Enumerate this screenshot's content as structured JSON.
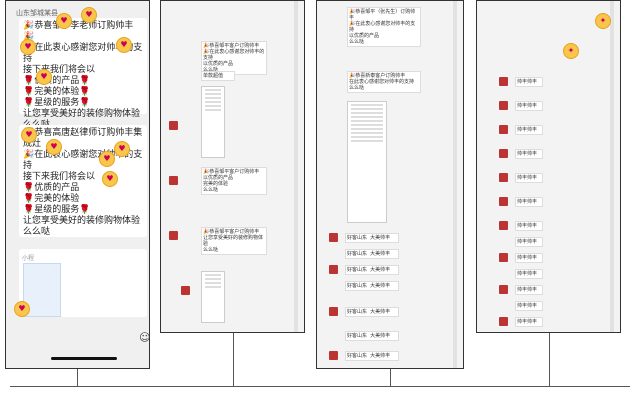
{
  "panel1": {
    "header": "山东邹城某县",
    "message1": "🎉恭喜邹平李老师订购帅丰🎉\n🎉在此衷心感谢您对帅丰的支持\n接下来我们将会以\n🌹优质的产品🌹\n🌹完美的体验🌹\n🌹星级的服务🌹\n让您享受美好的装修购物体验\n么么哒",
    "message2": "🎉恭喜高唐赵律师订购帅丰集成灶\n🎉在此衷心感谢您对帅丰的支持\n接下来我们将会以\n🌹优质的产品\n🌹完美的体验\n🌹星级的服务🌹\n让您享受美好的装修购物体验\n么么哒",
    "mini_label": "小程",
    "smiley": "☺"
  },
  "panel2": {
    "snippets": [
      "🎉恭喜邹平客户订购帅丰\n🎉在此衷心感谢您对帅丰的支持\n以优质的产品\n么么哒",
      "单款超值",
      "🎉恭喜邹平客户订购帅丰\n以优质的产品\n完美的体验\n么么哒",
      "🎉恭喜邹平客户订购帅丰\n让您享受美好的装修购物体验\n么么哒"
    ]
  },
  "panel3": {
    "snippets": [
      "🎉恭喜邹平（张先生）订购帅丰\n🎉在此衷心感谢您对帅丰的支持\n以优质的产品\n么么哒",
      "🎉恭喜新泰客户订购帅丰\n在此衷心感谢您对帅丰的支持\n么么哒"
    ],
    "rows": [
      "好客山东  大美帅丰",
      "好客山东  大美帅丰",
      "好客山东  大美帅丰",
      "好客山东  大美帅丰",
      "好客山东  大美帅丰",
      "好客山东  大美帅丰",
      "好客山东  大美帅丰"
    ]
  },
  "panel4": {
    "rows": [
      "帅丰帅丰",
      "帅丰帅丰",
      "帅丰帅丰",
      "帅丰帅丰",
      "帅丰帅丰",
      "帅丰帅丰",
      "帅丰帅丰",
      "帅丰帅丰",
      "帅丰帅丰",
      "帅丰帅丰",
      "帅丰帅丰",
      "帅丰帅丰",
      "帅丰帅丰"
    ]
  }
}
